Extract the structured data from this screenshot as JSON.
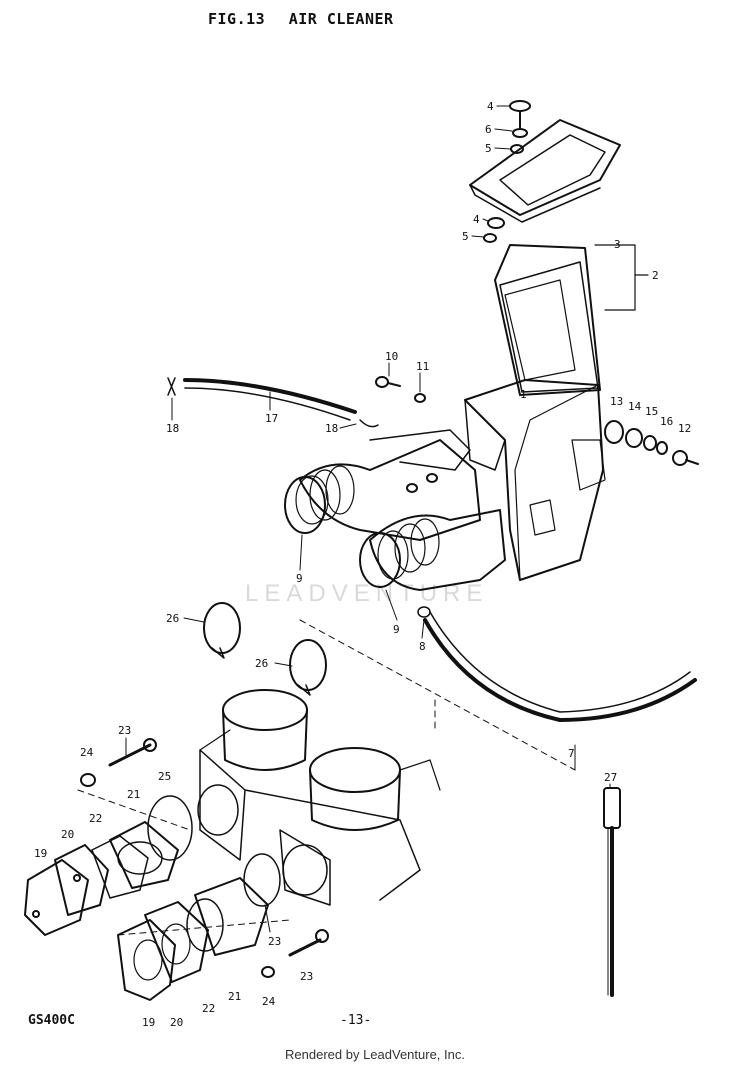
{
  "figure": {
    "number": "FIG.13",
    "title": "AIR CLEANER"
  },
  "model": "GS400C",
  "page_number": "-13-",
  "footer": "Rendered by LeadVenture, Inc.",
  "watermark": "LEADVENTURE",
  "callouts": [
    "1",
    "2",
    "3",
    "4",
    "4",
    "5",
    "5",
    "6",
    "7",
    "8",
    "9",
    "9",
    "10",
    "11",
    "12",
    "13",
    "14",
    "15",
    "16",
    "17",
    "18",
    "18",
    "19",
    "19",
    "20",
    "20",
    "21",
    "21",
    "22",
    "22",
    "23",
    "23",
    "23",
    "24",
    "24",
    "25",
    "26",
    "26",
    "27"
  ],
  "colors": {
    "ink": "#111111",
    "watermark": "#d9d9d9",
    "background": "#ffffff"
  }
}
